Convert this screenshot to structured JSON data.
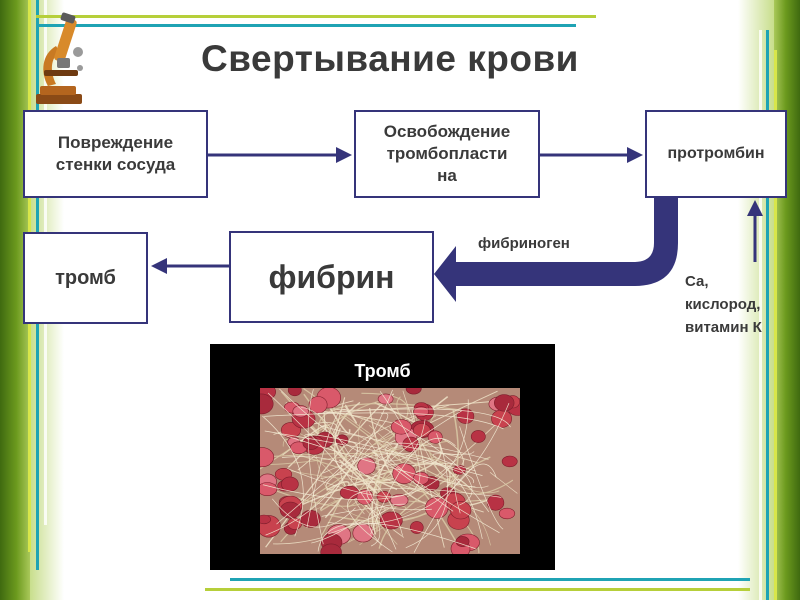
{
  "slide": {
    "title": "Свертывание крови",
    "icon": "microscope-icon"
  },
  "nodes": {
    "injury": {
      "lines": [
        "Повреждение",
        "стенки сосуда"
      ]
    },
    "thromboplastin": {
      "lines": [
        "Освобождение",
        "тромбопласти",
        "на"
      ]
    },
    "prothrombin": {
      "label": "протромбин"
    },
    "fibrin": {
      "label": "фибрин"
    },
    "thrombus": {
      "label": "тромб"
    }
  },
  "labels": {
    "fibrinogen": "фибриноген",
    "cofactors": [
      "Са,",
      "кислород,",
      "витамин К"
    ]
  },
  "photo": {
    "caption": "Тромб",
    "image": "thrombus-micrograph"
  },
  "colors": {
    "arrow": "#35347a",
    "box_border": "#35347a",
    "text": "#3a3a3a",
    "frame_green": "#6c9a1e",
    "frame_teal": "#1fa3b4",
    "photo_bg": "#000000"
  }
}
